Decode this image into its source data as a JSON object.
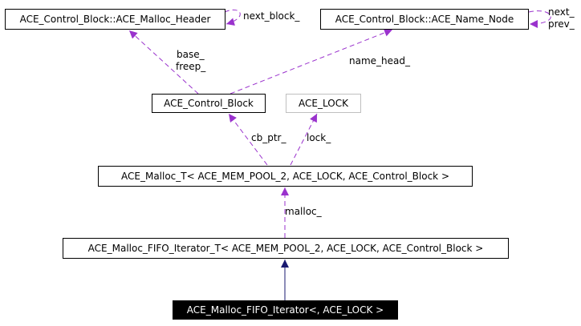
{
  "colors": {
    "usage_edge": "#9a32cd",
    "inherit_edge": "#191970",
    "node_border": "#000000",
    "template_border": "#bfbfbf",
    "self_fill": "#000000"
  },
  "nodes": {
    "malloc_header": "ACE_Control_Block::ACE_Malloc_Header",
    "name_node": "ACE_Control_Block::ACE_Name_Node",
    "control_block": "ACE_Control_Block",
    "ace_lock": "ACE_LOCK",
    "malloc_t": "ACE_Malloc_T< ACE_MEM_POOL_2, ACE_LOCK, ACE_Control_Block >",
    "fifo_iterator_t": "ACE_Malloc_FIFO_Iterator_T< ACE_MEM_POOL_2, ACE_LOCK, ACE_Control_Block >",
    "fifo_iterator": "ACE_Malloc_FIFO_Iterator<, ACE_LOCK >"
  },
  "edges": {
    "next_block": "next_block_",
    "base": "base_",
    "freep": "freep_",
    "next": "next_",
    "prev": "prev_",
    "name_head": "name_head_",
    "cb_ptr": "cb_ptr_",
    "lock": "lock_",
    "malloc": "malloc_"
  }
}
